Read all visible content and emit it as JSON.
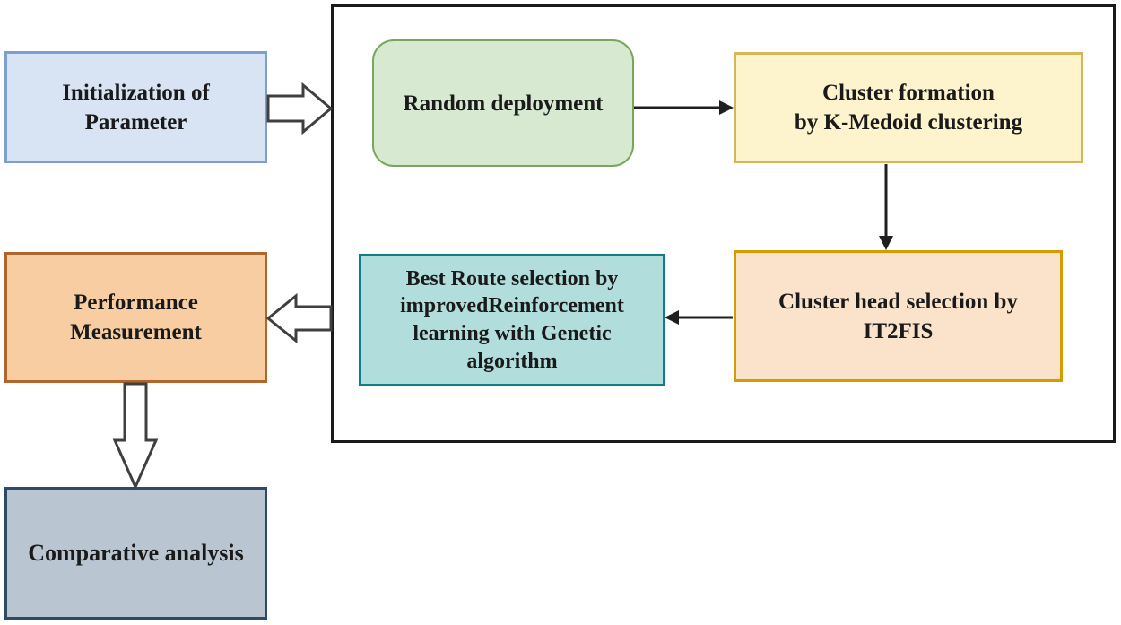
{
  "diagram": {
    "nodes": {
      "initialization": {
        "label": "Initialization of\nParameter",
        "fill": "#d8e4f3",
        "border": "#7e9fcc"
      },
      "random_deployment": {
        "label": "Random deployment",
        "fill": "#d7e9d0",
        "border": "#7aa65c"
      },
      "cluster_formation": {
        "label": "Cluster formation\nby K-Medoid clustering",
        "fill": "#fdf3cd",
        "border": "#d6b656"
      },
      "cluster_head": {
        "label": "Cluster head selection by\nIT2FIS",
        "fill": "#fbe3cb",
        "border": "#d79b00"
      },
      "best_route": {
        "label": "Best Route selection by\nimprovedReinforcement\nlearning with Genetic\nalgorithm",
        "fill": "#b2dddd",
        "border": "#0e8088"
      },
      "performance": {
        "label": "Performance\nMeasurement",
        "fill": "#f7cda1",
        "border": "#b0652a"
      },
      "comparative": {
        "label": "Comparative analysis",
        "fill": "#b9c6d2",
        "border": "#2e4a66"
      }
    },
    "edges": [
      {
        "from": "initialization",
        "to": "process_container",
        "style": "hollow-arrow",
        "direction": "right"
      },
      {
        "from": "random_deployment",
        "to": "cluster_formation",
        "style": "solid-arrow",
        "direction": "right"
      },
      {
        "from": "cluster_formation",
        "to": "cluster_head",
        "style": "solid-arrow",
        "direction": "down"
      },
      {
        "from": "cluster_head",
        "to": "best_route",
        "style": "solid-arrow",
        "direction": "left"
      },
      {
        "from": "process_container",
        "to": "performance",
        "style": "hollow-arrow",
        "direction": "left"
      },
      {
        "from": "performance",
        "to": "comparative",
        "style": "hollow-arrow",
        "direction": "down"
      }
    ],
    "colors": {
      "container_border": "#1a1a1a",
      "solid_arrow": "#1f1f1f",
      "hollow_arrow_outline": "#3f3f3f",
      "hollow_arrow_fill": "#ffffff",
      "text": "#1a1a1a",
      "background": "#ffffff"
    }
  }
}
